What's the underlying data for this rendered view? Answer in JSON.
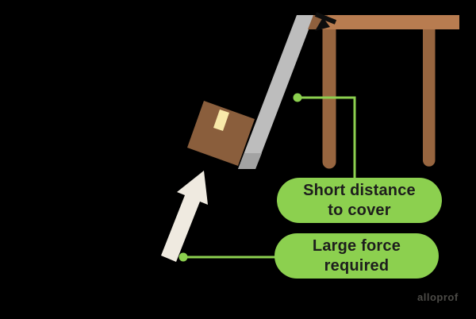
{
  "diagram": {
    "subject": "inclined-plane-box-table",
    "labels": {
      "short_distance": {
        "line1": "Short distance",
        "line2": "to cover"
      },
      "large_force": {
        "line1": "Large force",
        "line2": "required"
      }
    },
    "watermark": "alloprof"
  },
  "colors": {
    "background": "#000000",
    "ramp": "#BDBDBD",
    "ramp_shadow": "#A3A3A3",
    "table_top": "#B87C50",
    "table_edge": "#8F603D",
    "table_leg": "#97653F",
    "box": "#8A5E3C",
    "tape": "#F8E9A9",
    "force_arrow": "#EFEAE0",
    "direction_arrow": "#0D0D0D",
    "callout_green": "#8CD04F",
    "callout_text": "#1D1D1D",
    "watermark_gray": "#4C4B47"
  }
}
